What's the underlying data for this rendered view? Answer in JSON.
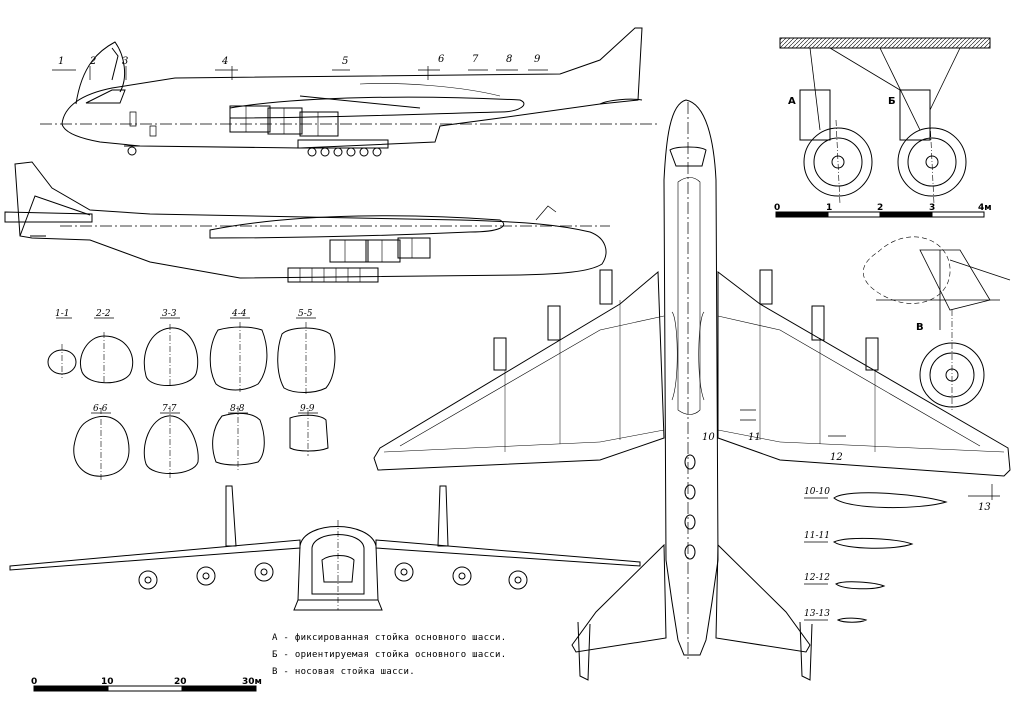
{
  "side_view_sections": [
    "1",
    "2",
    "3",
    "4",
    "5",
    "6",
    "7",
    "8",
    "9"
  ],
  "cross_sections": [
    {
      "id": "1-1"
    },
    {
      "id": "2-2"
    },
    {
      "id": "3-3"
    },
    {
      "id": "4-4"
    },
    {
      "id": "5-5"
    },
    {
      "id": "6-6"
    },
    {
      "id": "7-7"
    },
    {
      "id": "8-8"
    },
    {
      "id": "9-9"
    }
  ],
  "wing_section_marks": [
    "10",
    "11",
    "12",
    "13"
  ],
  "airfoils": [
    {
      "id": "10-10"
    },
    {
      "id": "11-11"
    },
    {
      "id": "12-12"
    },
    {
      "id": "13-13"
    }
  ],
  "gear_labels": {
    "a": "А",
    "b": "Б",
    "v": "В"
  },
  "gear_scale": {
    "ticks": [
      "0",
      "1",
      "2",
      "3",
      "4м"
    ]
  },
  "main_scale": {
    "ticks": [
      "0",
      "10",
      "20",
      "30м"
    ]
  },
  "legend": [
    "А - фиксированная стойка основного шасси.",
    "Б - ориентируемая стойка основного шасси.",
    "В - носовая стойка шасси."
  ]
}
